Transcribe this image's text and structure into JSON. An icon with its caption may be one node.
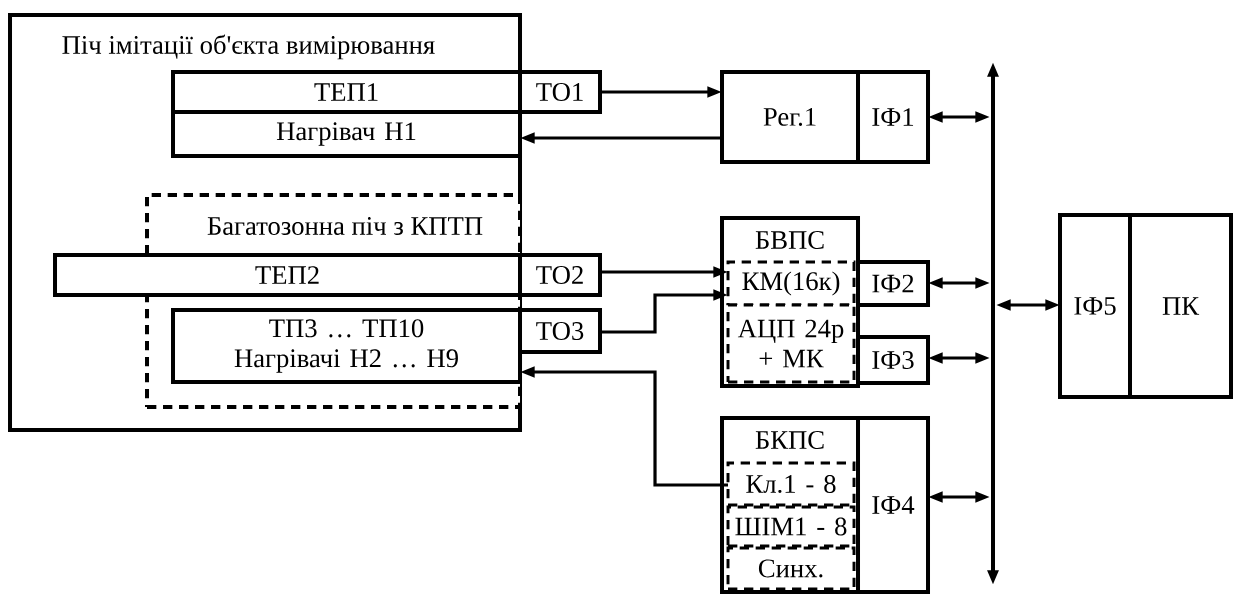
{
  "diagram": {
    "nodes": [
      {
        "text": [
          "Піч імітації об'єкта вимірювання"
        ]
      },
      {
        "text": [
          "ТЕП1"
        ],
        "in": 0
      },
      {
        "text": [
          "Нагрівач Н1"
        ],
        "in": 0
      },
      {
        "text": [
          "ТО1"
        ]
      },
      {
        "text": [
          "Рег.1"
        ]
      },
      {
        "text": [
          "ІФ1"
        ]
      },
      {
        "text": [
          "Багатозонна піч з КПТП"
        ],
        "in": 0
      },
      {
        "text": [
          "ТЕП2"
        ],
        "in": 0
      },
      {
        "text": [
          "ТО2"
        ]
      },
      {
        "text": [
          "ТП3 … ТП10",
          "Нагрівачі Н2 … Н9"
        ],
        "in": 6
      },
      {
        "text": [
          "ТО3"
        ]
      },
      {
        "text": [
          "БВПС"
        ]
      },
      {
        "text": [
          "КМ(16к)"
        ],
        "in": 11
      },
      {
        "text": [
          "АЦП 24р + МК"
        ],
        "in": 11
      },
      {
        "text": [
          "ІФ2"
        ]
      },
      {
        "text": [
          "ІФ3"
        ]
      },
      {
        "text": [
          "БКПС"
        ]
      },
      {
        "text": [
          "Кл.1 - 8"
        ],
        "in": 16
      },
      {
        "text": [
          "ШІМ1 - 8"
        ],
        "in": 16
      },
      {
        "text": [
          "Синх."
        ],
        "in": 16
      },
      {
        "text": [
          "ІФ4"
        ]
      },
      {
        "text": [],
        "shape": "bar"
      },
      {
        "text": [
          "ІФ5"
        ]
      },
      {
        "text": [
          "ПК"
        ]
      }
    ],
    "edges": [
      {
        "from": 3,
        "to": 4,
        "arrow": "to"
      },
      {
        "from": 4,
        "to": 2,
        "arrow": "to"
      },
      {
        "from": 5,
        "to": 21,
        "arrow": "both"
      },
      {
        "from": 8,
        "to": 12,
        "arrow": "to"
      },
      {
        "from": 10,
        "to": 12,
        "arrow": "to"
      },
      {
        "from": 17,
        "to": 9,
        "arrow": "to"
      },
      {
        "from": 14,
        "to": 21,
        "arrow": "both"
      },
      {
        "from": 15,
        "to": 21,
        "arrow": "both"
      },
      {
        "from": 20,
        "to": 21,
        "arrow": "both"
      },
      {
        "from": 21,
        "to": 22,
        "arrow": "both"
      }
    ]
  }
}
